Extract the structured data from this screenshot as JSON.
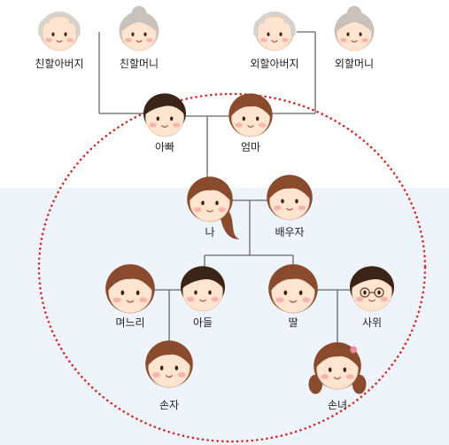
{
  "colors": {
    "page_background": "#ffffff",
    "lower_band": "#eef4fa",
    "connector_line": "#666666",
    "dotted_circle": "#d0292b",
    "skin": "#ffe4cf",
    "cheek": "#f6a6a6",
    "hair_brown": "#8a4a2e",
    "hair_dark": "#3a2418",
    "hair_gray": "#c9c2bc",
    "hair_light_gray": "#d7d2cc"
  },
  "people": [
    {
      "id": "paternal-grandfather",
      "label": "친할아버지",
      "hair": "bald",
      "icon": "grandfather-face-icon"
    },
    {
      "id": "paternal-grandmother",
      "label": "친할머니",
      "hair": "gray-bun",
      "icon": "grandmother-face-icon"
    },
    {
      "id": "maternal-grandfather",
      "label": "외할아버지",
      "hair": "bald",
      "icon": "grandfather-face-icon"
    },
    {
      "id": "maternal-grandmother",
      "label": "외할머니",
      "hair": "gray-bun",
      "icon": "grandmother-face-icon"
    },
    {
      "id": "father",
      "label": "아빠",
      "hair": "dark-short",
      "icon": "father-face-icon"
    },
    {
      "id": "mother",
      "label": "엄마",
      "hair": "brown-short",
      "icon": "mother-face-icon"
    },
    {
      "id": "me",
      "label": "나",
      "hair": "brown-ponytail",
      "icon": "me-face-icon"
    },
    {
      "id": "spouse",
      "label": "배우자",
      "hair": "brown-short",
      "icon": "spouse-face-icon"
    },
    {
      "id": "daughter-in-law",
      "label": "며느리",
      "hair": "brown-bob",
      "icon": "daughter-in-law-face-icon"
    },
    {
      "id": "son",
      "label": "아들",
      "hair": "dark-short",
      "icon": "son-face-icon"
    },
    {
      "id": "daughter",
      "label": "딸",
      "hair": "brown-bob",
      "icon": "daughter-face-icon"
    },
    {
      "id": "son-in-law",
      "label": "사위",
      "hair": "dark-glasses",
      "icon": "son-in-law-face-icon"
    },
    {
      "id": "grandson",
      "label": "손자",
      "hair": "brown-short",
      "icon": "grandson-face-icon"
    },
    {
      "id": "granddaughter",
      "label": "손녀",
      "hair": "brown-pigtails",
      "icon": "granddaughter-face-icon"
    }
  ]
}
